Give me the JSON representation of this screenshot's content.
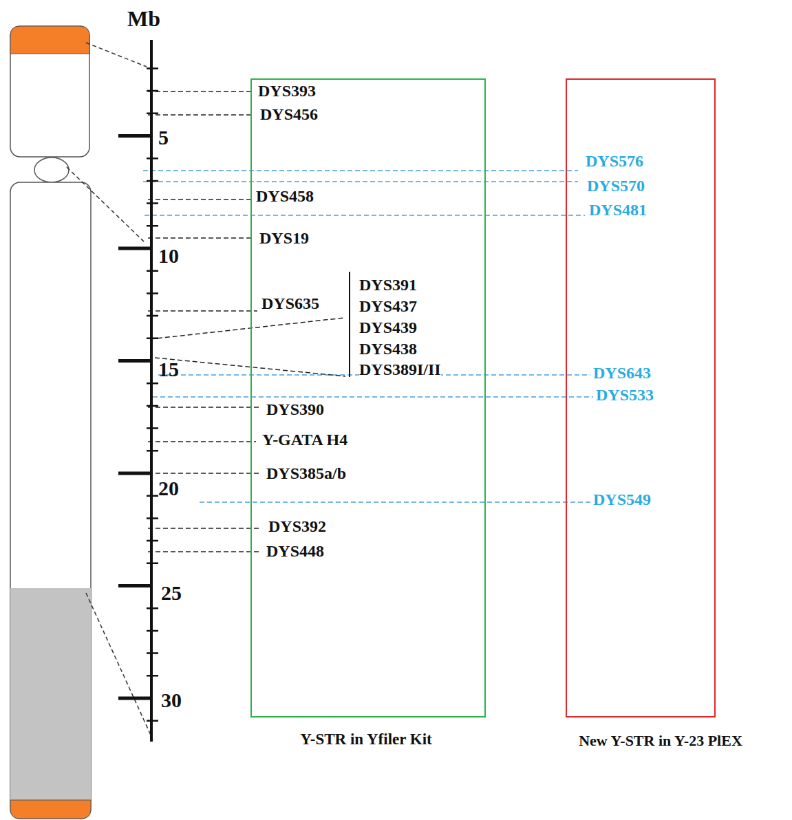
{
  "diagram": {
    "nodes": [
      {
        "text": [
          "DYS393",
          "DYS456",
          "DYS458",
          "DYS19",
          "DYS635",
          "DYS391",
          "DYS437",
          "DYS439",
          "DYS438",
          "DYS389I/II",
          "DYS390",
          "Y-GATA H4",
          "DYS385a/b",
          "DYS392",
          "DYS448",
          "Y-STR in Yfiler Kit"
        ]
      },
      {
        "text": [
          "DYS576",
          "DYS570",
          "DYS481",
          "DYS643",
          "DYS533",
          "DYS549",
          "New Y-STR in Y-23 PlEX"
        ]
      }
    ],
    "labels": [
      "Mb",
      "5",
      "10",
      "15",
      "20",
      "25",
      "30"
    ]
  }
}
